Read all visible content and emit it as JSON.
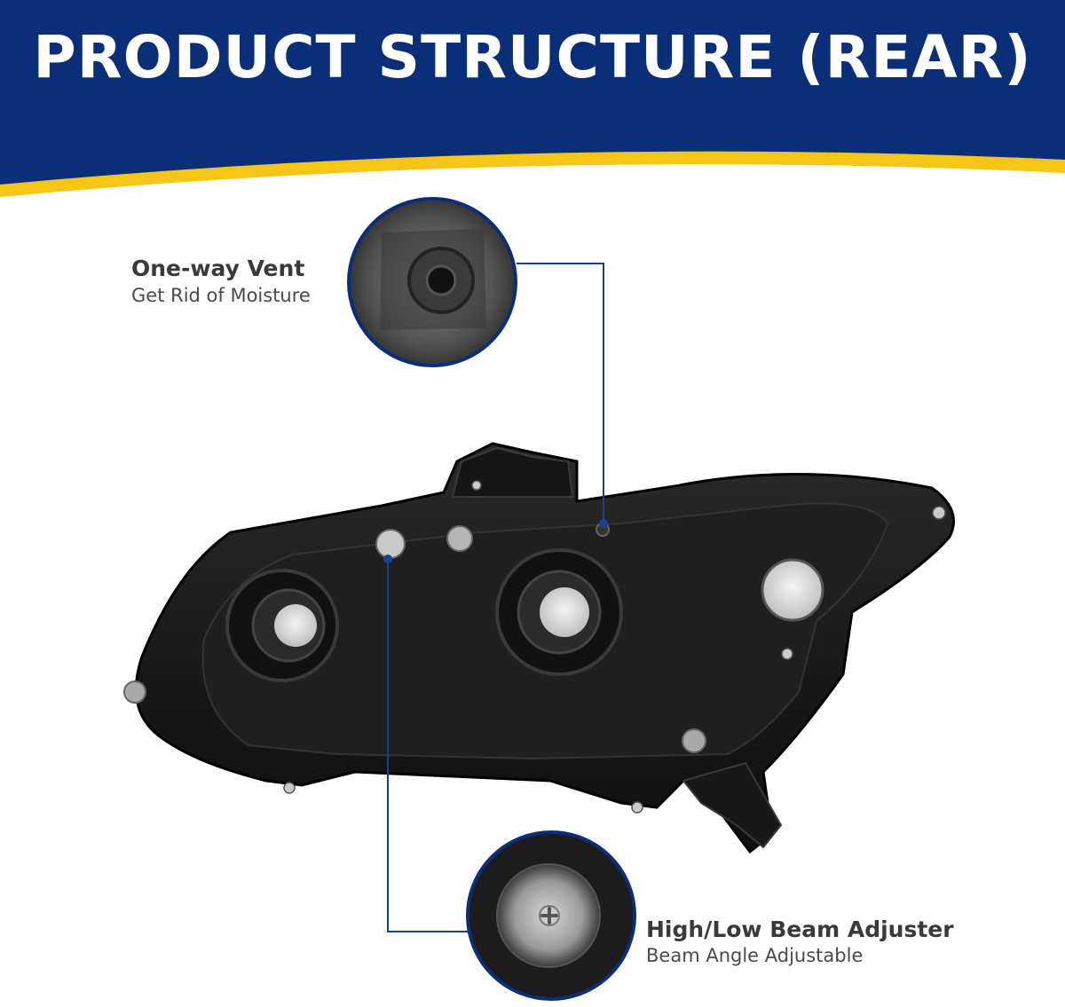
{
  "banner": {
    "title": "PRODUCT STRUCTURE (REAR)",
    "colors": {
      "navy": "#0a2e78",
      "gold": "#f5c518"
    }
  },
  "callouts": [
    {
      "title": "One-way Vent",
      "subtitle": "Get Rid of Moisture"
    },
    {
      "title": "High/Low Beam Adjuster",
      "subtitle": "Beam Angle Adjustable"
    }
  ],
  "leader_color": "#1c3f8f"
}
